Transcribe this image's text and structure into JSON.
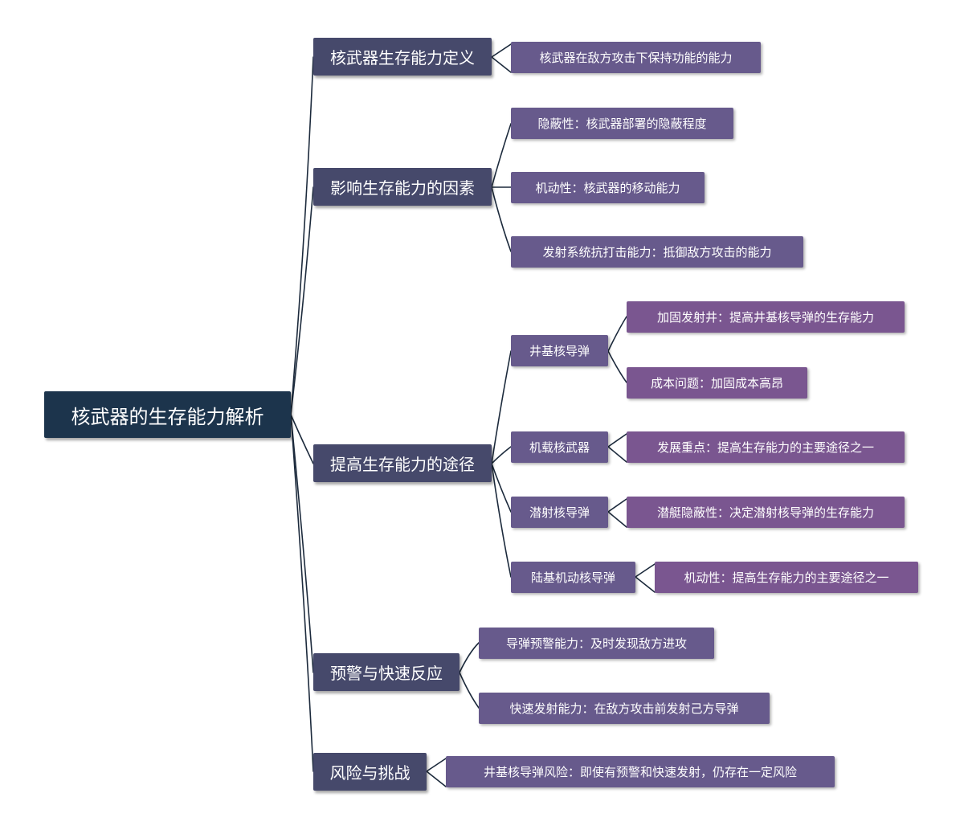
{
  "root": {
    "label": "核武器的生存能力解析"
  },
  "colors": {
    "root": "#1c344c",
    "level1": "#46496b",
    "level2": "#675a8c",
    "level3": "#7a5690",
    "line": "#1c2a3c"
  },
  "branches": [
    {
      "label": "核武器生存能力定义",
      "children": [
        {
          "label": "核武器在敌方攻击下保持功能的能力"
        }
      ]
    },
    {
      "label": "影响生存能力的因素",
      "children": [
        {
          "label": "隐蔽性：核武器部署的隐蔽程度"
        },
        {
          "label": "机动性：核武器的移动能力"
        },
        {
          "label": "发射系统抗打击能力：抵御敌方攻击的能力"
        }
      ]
    },
    {
      "label": "提高生存能力的途径",
      "children": [
        {
          "label": "井基核导弹",
          "children": [
            {
              "label": "加固发射井：提高井基核导弹的生存能力"
            },
            {
              "label": "成本问题：加固成本高昂"
            }
          ]
        },
        {
          "label": "机载核武器",
          "children": [
            {
              "label": "发展重点：提高生存能力的主要途径之一"
            }
          ]
        },
        {
          "label": "潜射核导弹",
          "children": [
            {
              "label": "潜艇隐蔽性：决定潜射核导弹的生存能力"
            }
          ]
        },
        {
          "label": "陆基机动核导弹",
          "children": [
            {
              "label": "机动性：提高生存能力的主要途径之一"
            }
          ]
        }
      ]
    },
    {
      "label": "预警与快速反应",
      "children": [
        {
          "label": "导弹预警能力：及时发现敌方进攻"
        },
        {
          "label": "快速发射能力：在敌方攻击前发射己方导弹"
        }
      ]
    },
    {
      "label": "风险与挑战",
      "children": [
        {
          "label": "井基核导弹风险：即使有预警和快速发射，仍存在一定风险"
        }
      ]
    }
  ]
}
